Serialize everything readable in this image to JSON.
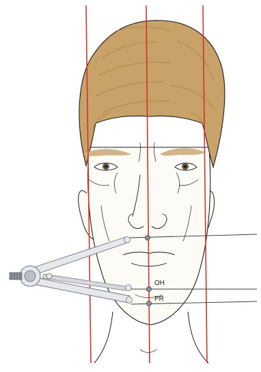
{
  "labels": {
    "upper": "OH",
    "lower": "PR"
  },
  "colors": {
    "reference_line": "#c8382a",
    "hair": "#c9a26a",
    "hair_shade": "#a9803f",
    "skin": "#fdfbf5",
    "eyebrow": "#d2b48a",
    "line_art": "#1c1c1c",
    "caliper": "#e6e8ec",
    "caliper_shade": "#b9bec7",
    "point": "#8d9199"
  },
  "icons": {
    "caliper": "divider-caliper-icon",
    "measure_point": "dot-marker"
  }
}
